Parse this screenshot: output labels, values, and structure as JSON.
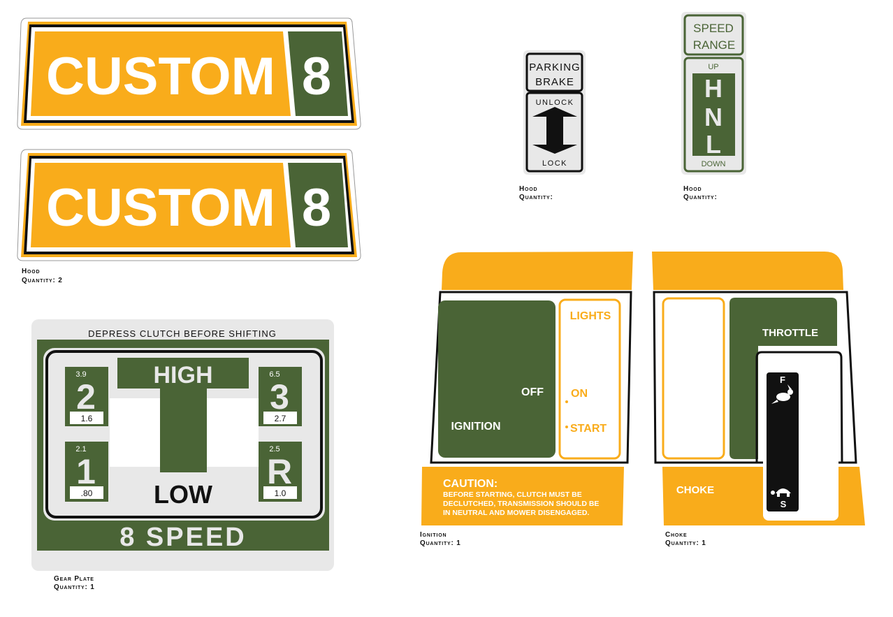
{
  "colors": {
    "orange": "#F9AC1B",
    "green": "#4A6436",
    "light_gray": "#E8E8E8",
    "black": "#111111",
    "white": "#FFFFFF"
  },
  "hood_decals": [
    {
      "text": "CUSTOM",
      "number": "8"
    },
    {
      "text": "CUSTOM",
      "number": "8"
    }
  ],
  "hood_label": {
    "name": "Hood",
    "quantity": "Quantity: 2"
  },
  "gear_plate": {
    "header": "DEPRESS CLUTCH BEFORE SHIFTING",
    "high": "HIGH",
    "low": "LOW",
    "footer": "8 SPEED",
    "gears": [
      {
        "gear": "2",
        "high_ratio": "3.9",
        "low_ratio": "1.6"
      },
      {
        "gear": "3",
        "high_ratio": "6.5",
        "low_ratio": "2.7"
      },
      {
        "gear": "1",
        "high_ratio": "2.1",
        "low_ratio": ".80"
      },
      {
        "gear": "R",
        "high_ratio": "2.5",
        "low_ratio": "1.0"
      }
    ],
    "label": {
      "name": "Gear Plate",
      "quantity": "Quantity: 1"
    }
  },
  "parking_brake": {
    "title_line1": "PARKING",
    "title_line2": "BRAKE",
    "top": "UNLOCK",
    "bottom": "LOCK",
    "icon": "double-arrow-vertical",
    "label": {
      "name": "Hood",
      "quantity": "Quantity:"
    }
  },
  "speed_range": {
    "title_line1": "SPEED",
    "title_line2": "RANGE",
    "top": "UP",
    "positions": [
      "H",
      "N",
      "L"
    ],
    "bottom": "DOWN",
    "label": {
      "name": "Hood",
      "quantity": "Quantity:"
    }
  },
  "ignition": {
    "off": "OFF",
    "ignition": "IGNITION",
    "lights": "LIGHTS",
    "on": "ON",
    "start": "START",
    "caution_title": "CAUTION:",
    "caution_lines": [
      "BEFORE STARTING, CLUTCH MUST BE",
      "DECLUTCHED, TRANSMISSION SHOULD BE",
      "IN NEUTRAL AND MOWER DISENGAGED."
    ],
    "label": {
      "name": "Ignition",
      "quantity": "Quantity: 1"
    }
  },
  "choke": {
    "throttle": "THROTTLE",
    "choke": "CHOKE",
    "fast": "F",
    "slow": "S",
    "fast_icon": "rabbit-icon",
    "slow_icon": "turtle-icon",
    "label": {
      "name": "Choke",
      "quantity": "Quantity: 1"
    }
  }
}
